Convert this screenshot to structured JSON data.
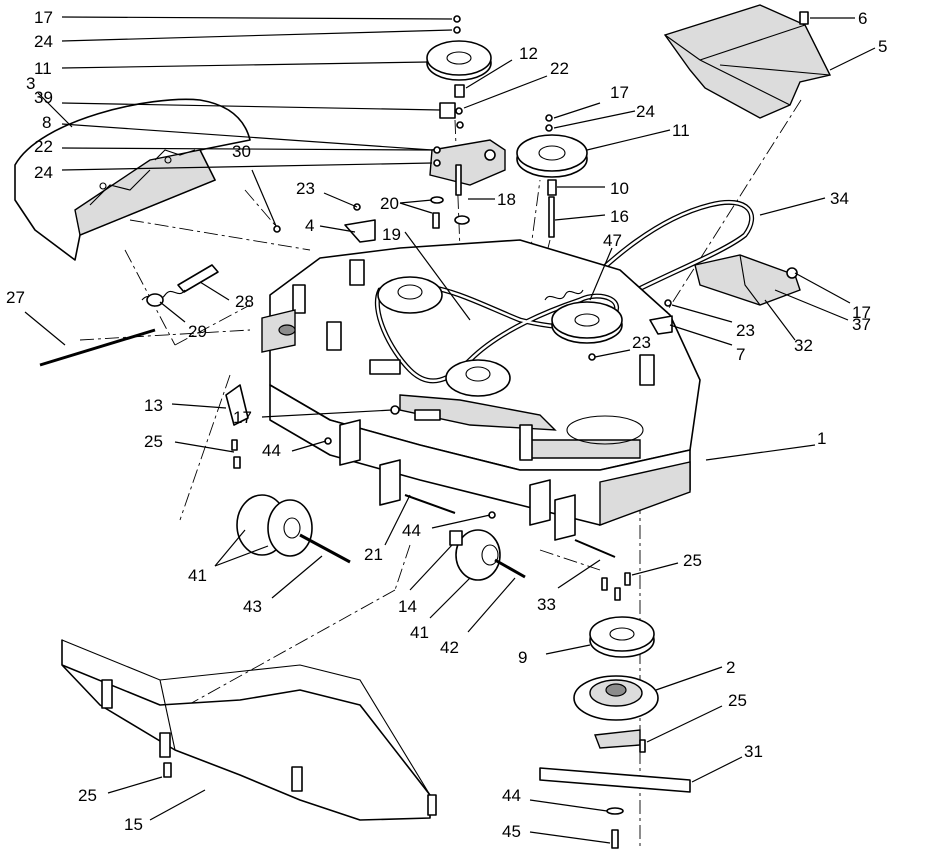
{
  "callouts": [
    {
      "id": "c1",
      "label": "1"
    },
    {
      "id": "c2",
      "label": "2"
    },
    {
      "id": "c3",
      "label": "3"
    },
    {
      "id": "c4",
      "label": "4"
    },
    {
      "id": "c5",
      "label": "5"
    },
    {
      "id": "c6",
      "label": "6"
    },
    {
      "id": "c7",
      "label": "7"
    },
    {
      "id": "c8",
      "label": "8"
    },
    {
      "id": "c9",
      "label": "9"
    },
    {
      "id": "c10",
      "label": "10"
    },
    {
      "id": "c11a",
      "label": "11"
    },
    {
      "id": "c11b",
      "label": "11"
    },
    {
      "id": "c12",
      "label": "12"
    },
    {
      "id": "c13",
      "label": "13"
    },
    {
      "id": "c14",
      "label": "14"
    },
    {
      "id": "c15",
      "label": "15"
    },
    {
      "id": "c16",
      "label": "16"
    },
    {
      "id": "c17a",
      "label": "17"
    },
    {
      "id": "c17b",
      "label": "17"
    },
    {
      "id": "c17c",
      "label": "17"
    },
    {
      "id": "c17d",
      "label": "17"
    },
    {
      "id": "c18",
      "label": "18"
    },
    {
      "id": "c19",
      "label": "19"
    },
    {
      "id": "c20",
      "label": "20"
    },
    {
      "id": "c21",
      "label": "21"
    },
    {
      "id": "c22a",
      "label": "22"
    },
    {
      "id": "c22b",
      "label": "22"
    },
    {
      "id": "c23a",
      "label": "23"
    },
    {
      "id": "c23b",
      "label": "23"
    },
    {
      "id": "c23c",
      "label": "23"
    },
    {
      "id": "c24a",
      "label": "24"
    },
    {
      "id": "c24b",
      "label": "24"
    },
    {
      "id": "c24c",
      "label": "24"
    },
    {
      "id": "c25a",
      "label": "25"
    },
    {
      "id": "c25b",
      "label": "25"
    },
    {
      "id": "c25c",
      "label": "25"
    },
    {
      "id": "c25d",
      "label": "25"
    },
    {
      "id": "c27",
      "label": "27"
    },
    {
      "id": "c28",
      "label": "28"
    },
    {
      "id": "c29",
      "label": "29"
    },
    {
      "id": "c30",
      "label": "30"
    },
    {
      "id": "c31",
      "label": "31"
    },
    {
      "id": "c32",
      "label": "32"
    },
    {
      "id": "c33",
      "label": "33"
    },
    {
      "id": "c34",
      "label": "34"
    },
    {
      "id": "c37",
      "label": "37"
    },
    {
      "id": "c39",
      "label": "39"
    },
    {
      "id": "c41a",
      "label": "41"
    },
    {
      "id": "c41b",
      "label": "41"
    },
    {
      "id": "c42",
      "label": "42"
    },
    {
      "id": "c43",
      "label": "43"
    },
    {
      "id": "c44a",
      "label": "44"
    },
    {
      "id": "c44b",
      "label": "44"
    },
    {
      "id": "c44c",
      "label": "44"
    },
    {
      "id": "c45",
      "label": "45"
    },
    {
      "id": "c47",
      "label": "47"
    }
  ]
}
